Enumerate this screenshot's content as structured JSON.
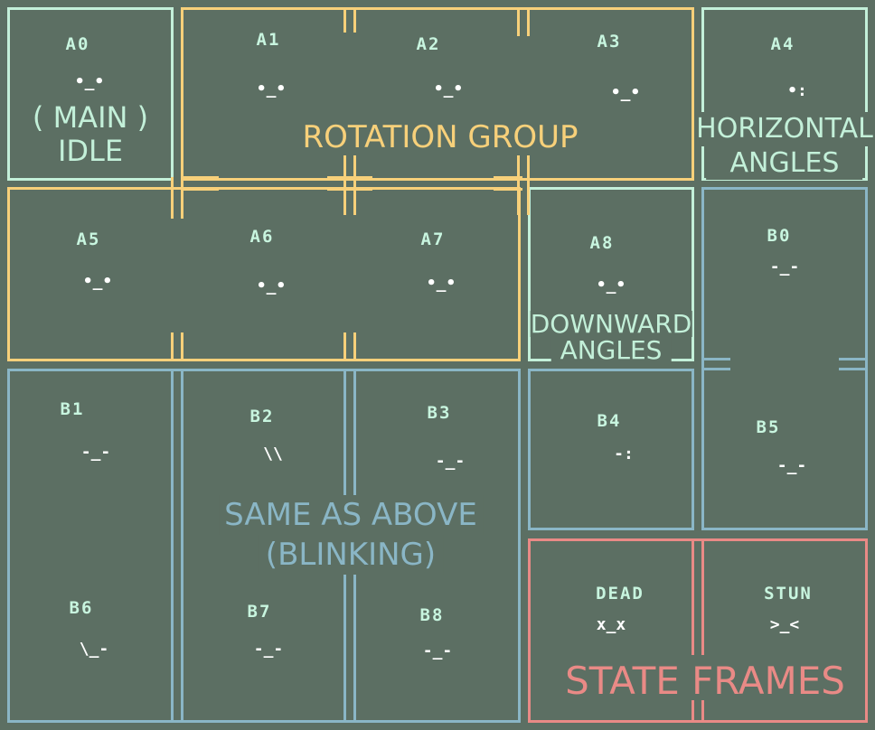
{
  "groups": {
    "main_idle": {
      "line1": "( MAIN )",
      "line2": "IDLE"
    },
    "rotation": "ROTATION GROUP",
    "horizontal": {
      "line1": "HORIZONTAL",
      "line2": "ANGLES"
    },
    "downward": {
      "line1": "DOWNWARD",
      "line2": "ANGLES"
    },
    "blinking": {
      "line1": "SAME AS ABOVE",
      "line2": "(BLINKING)"
    },
    "state": "STATE FRAMES"
  },
  "frames": {
    "a0": {
      "label": "A0",
      "face": "•_•"
    },
    "a1": {
      "label": "A1",
      "face": "•_•"
    },
    "a2": {
      "label": "A2",
      "face": "•_•"
    },
    "a3": {
      "label": "A3",
      "face": "•_•"
    },
    "a4": {
      "label": "A4",
      "face": "•:"
    },
    "a5": {
      "label": "A5",
      "face": "•_•"
    },
    "a6": {
      "label": "A6",
      "face": "•_•"
    },
    "a7": {
      "label": "A7",
      "face": "•_•"
    },
    "a8": {
      "label": "A8",
      "face": "•_•"
    },
    "b0": {
      "label": "B0",
      "face": "-_-"
    },
    "b1": {
      "label": "B1",
      "face": "-_-"
    },
    "b2": {
      "label": "B2",
      "face": "\\\\"
    },
    "b3": {
      "label": "B3",
      "face": "-_-"
    },
    "b4": {
      "label": "B4",
      "face": "-:"
    },
    "b5": {
      "label": "B5",
      "face": "-_-"
    },
    "b6": {
      "label": "B6",
      "face": "\\_-"
    },
    "b7": {
      "label": "B7",
      "face": "-_-"
    },
    "b8": {
      "label": "B8",
      "face": "-_-"
    },
    "dead": {
      "label": "DEAD",
      "face": "x_x"
    },
    "stun": {
      "label": "STUN",
      "face": ">_<"
    }
  },
  "colors": {
    "background": "#5c6f63",
    "idle_group": "#c3f0d9",
    "rotation_group": "#f7d07a",
    "blink_group": "#8ab6c6",
    "state_group": "#e98a86"
  }
}
